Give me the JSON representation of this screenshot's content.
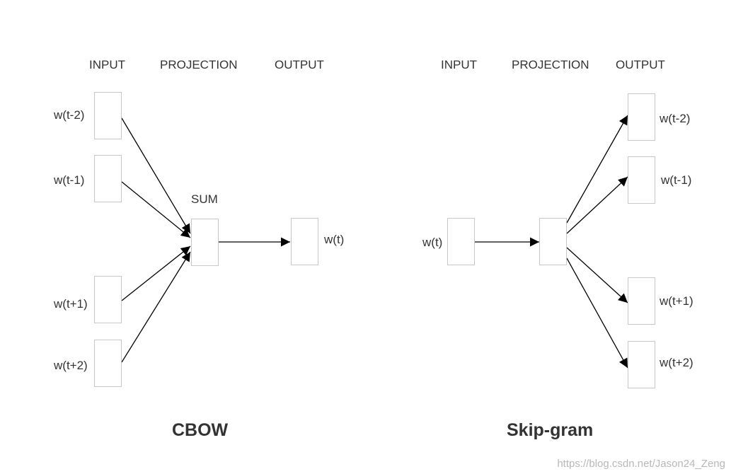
{
  "cbow": {
    "header_input": "INPUT",
    "header_projection": "PROJECTION",
    "header_output": "OUTPUT",
    "sum_label": "SUM",
    "inputs": [
      "w(t-2)",
      "w(t-1)",
      "w(t+1)",
      "w(t+2)"
    ],
    "output": "w(t)",
    "title": "CBOW"
  },
  "skipgram": {
    "header_input": "INPUT",
    "header_projection": "PROJECTION",
    "header_output": "OUTPUT",
    "input": "w(t)",
    "outputs": [
      "w(t-2)",
      "w(t-1)",
      "w(t+1)",
      "w(t+2)"
    ],
    "title": "Skip-gram"
  },
  "watermark": "https://blog.csdn.net/Jason24_Zeng"
}
